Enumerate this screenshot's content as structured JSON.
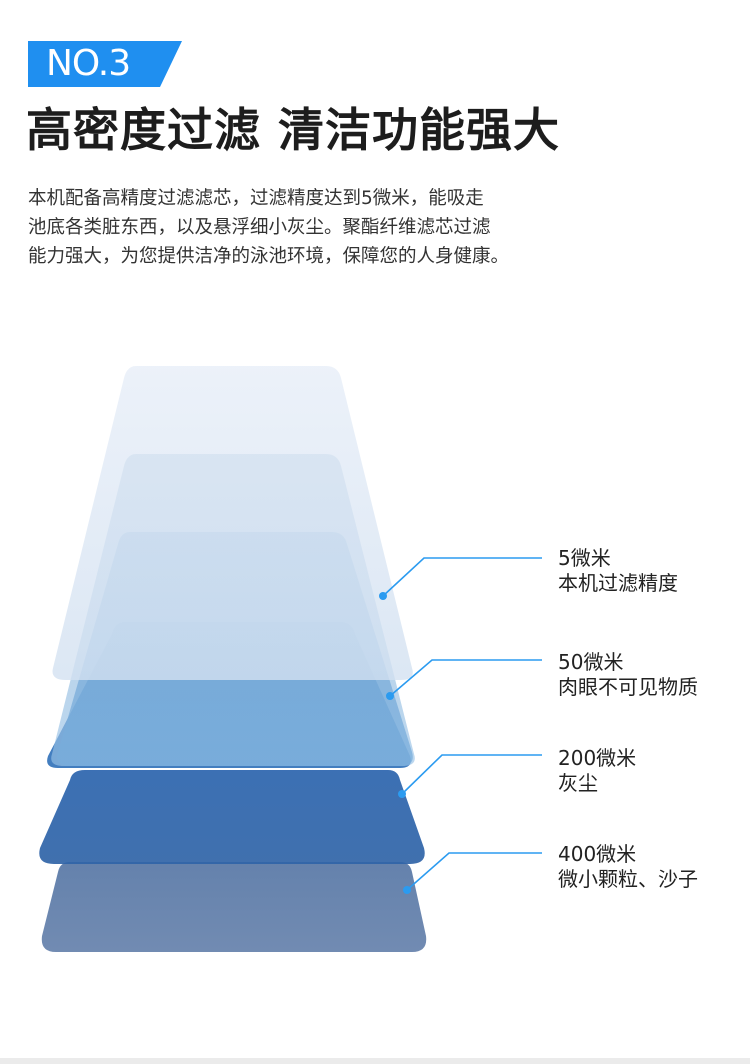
{
  "badge": {
    "label": "NO.3"
  },
  "headline": "高密度过滤 清洁功能强大",
  "description": [
    "本机配备高精度过滤滤芯，过滤精度达到5微米，能吸走",
    "池底各类脏东西，以及悬浮细小灰尘。聚酯纤维滤芯过滤",
    "能力强大，为您提供洁净的泳池环境，保障您的人身健康。"
  ],
  "layers": [
    {
      "size": "5微米",
      "caption": "本机过滤精度"
    },
    {
      "size": "50微米",
      "caption": "肉眼不可见物质"
    },
    {
      "size": "200微米",
      "caption": "灰尘"
    },
    {
      "size": "400微米",
      "caption": "微小颗粒、沙子"
    }
  ],
  "colors": {
    "accent": "#1f8ff0",
    "leader_line": "#2b9bf0",
    "layer_1": "#dde8f5",
    "layer_2": "#7fa6cc",
    "layer_3": "#3c84c6",
    "layer_4": "#2f73bf",
    "layer_5": "#2a60a8",
    "layer_6": "#5a7aa8"
  }
}
